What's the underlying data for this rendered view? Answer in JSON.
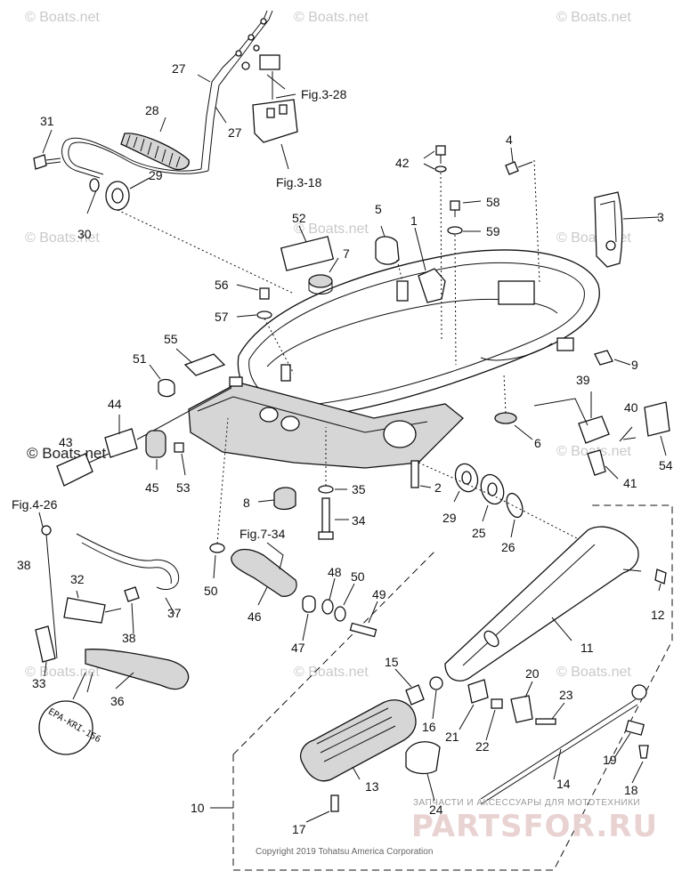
{
  "watermark": {
    "text": "© Boats.net",
    "prominent_text": "© Boats.net"
  },
  "figure_refs": {
    "fig_3_28": "Fig.3-28",
    "fig_3_18": "Fig.3-18",
    "fig_4_26": "Fig.4-26",
    "fig_7_34": "Fig.7-34"
  },
  "callouts": {
    "c1": "1",
    "c2": "2",
    "c3": "3",
    "c4": "4",
    "c5": "5",
    "c6": "6",
    "c7": "7",
    "c8": "8",
    "c9": "9",
    "c10": "10",
    "c11": "11",
    "c12": "12",
    "c13": "13",
    "c14": "14",
    "c15": "15",
    "c16": "16",
    "c17": "17",
    "c18": "18",
    "c19": "19",
    "c20": "20",
    "c21": "21",
    "c22": "22",
    "c23": "23",
    "c24": "24",
    "c25": "25",
    "c26": "26",
    "c27a": "27",
    "c27b": "27",
    "c28": "28",
    "c29a": "29",
    "c29b": "29",
    "c30": "30",
    "c31": "31",
    "c32": "32",
    "c33": "33",
    "c34": "34",
    "c35": "35",
    "c36": "36",
    "c37": "37",
    "c38a": "38",
    "c38b": "38",
    "c39": "39",
    "c40": "40",
    "c41": "41",
    "c42": "42",
    "c43": "43",
    "c44": "44",
    "c45": "45",
    "c46": "46",
    "c47": "47",
    "c48": "48",
    "c49": "49",
    "c50a": "50",
    "c50b": "50",
    "c51": "51",
    "c52": "52",
    "c53": "53",
    "c54": "54",
    "c55": "55",
    "c56": "56",
    "c57": "57",
    "c58": "58",
    "c59": "59"
  },
  "epa_label": "EPA-KRI-156",
  "footer": {
    "copyright": "Copyright 2019 Tohatsu America Corporation",
    "shop_tagline": "ЗАПЧАСТИ И АКСЕССУАРЫ ДЛЯ МОТОТЕХНИКИ",
    "shop_brand": "PARTSFOR.RU"
  }
}
